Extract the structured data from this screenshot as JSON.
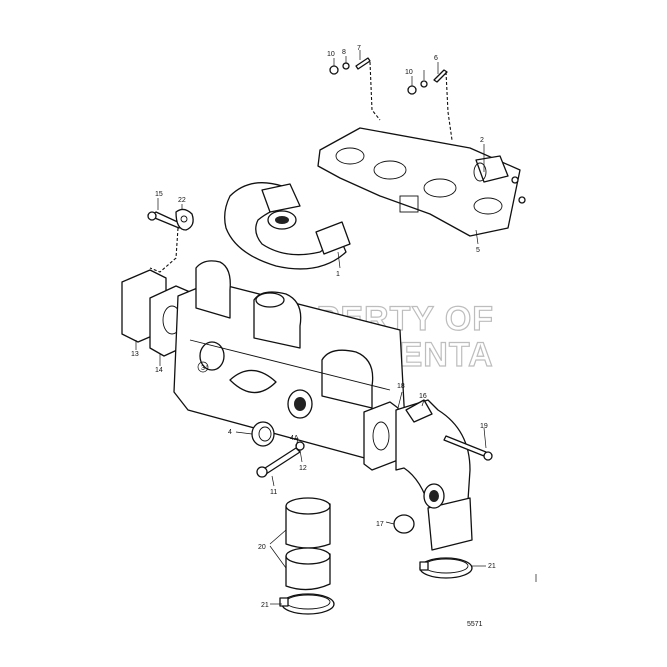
{
  "diagram": {
    "watermark_line1": "PROPERTY OF",
    "watermark_line2": "VOLVO PENTA",
    "reference_number": "5571",
    "callouts": [
      "1",
      "2",
      "3",
      "4",
      "4A",
      "5",
      "6",
      "7",
      "8",
      "10",
      "10",
      "11",
      "12",
      "13",
      "14",
      "15",
      "16",
      "17",
      "18",
      "19",
      "20",
      "21",
      "21",
      "22"
    ]
  }
}
